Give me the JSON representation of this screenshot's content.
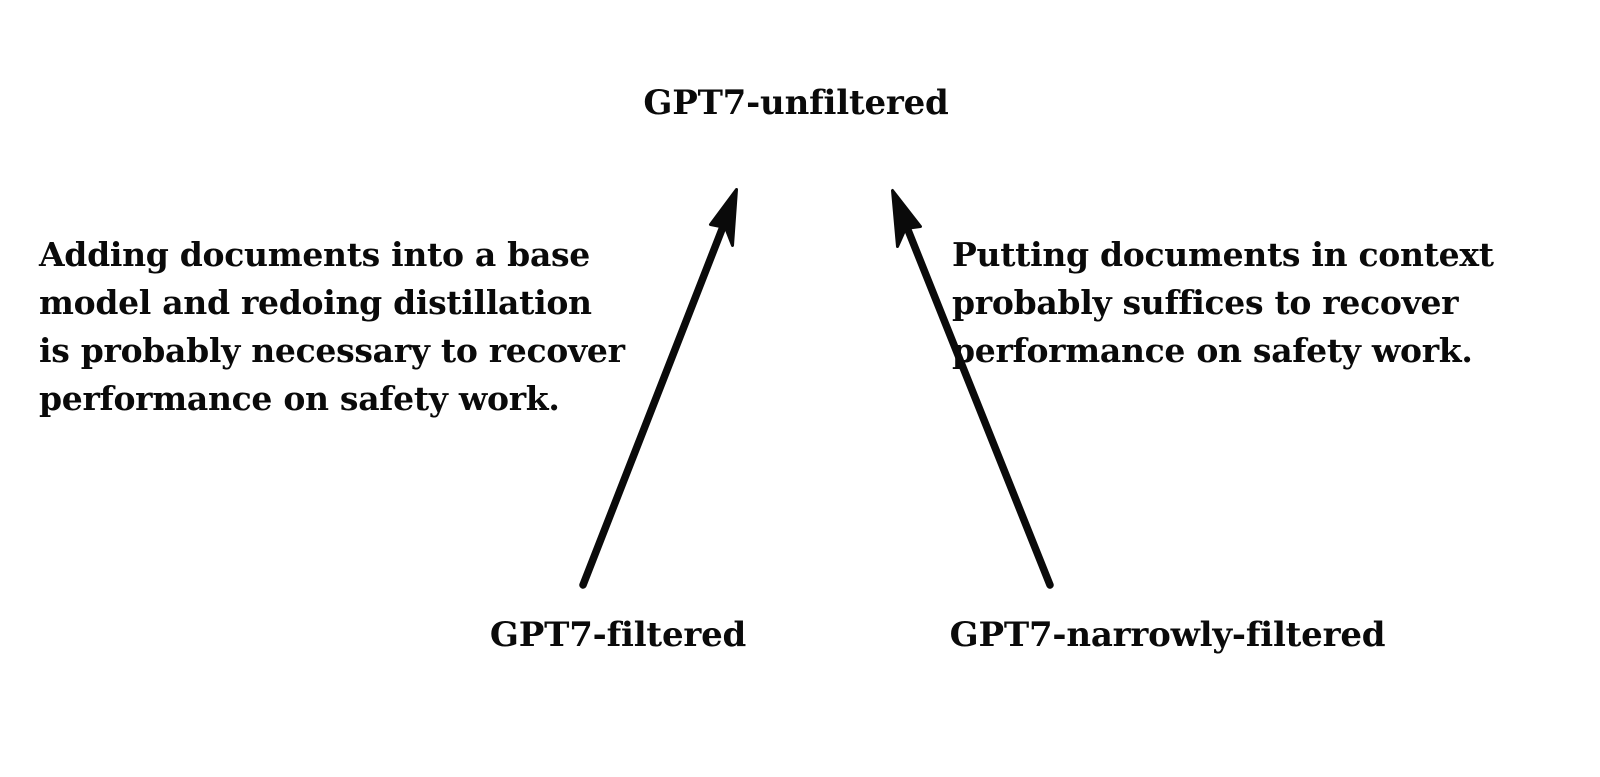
{
  "diagram": {
    "background_color": "#ffffff",
    "ink_color": "#0a0a0a",
    "top_node": {
      "label": "GPT7-unfiltered"
    },
    "bottom_nodes": [
      {
        "id": "filtered",
        "label": "GPT7-filtered"
      },
      {
        "id": "narrowly-filtered",
        "label": "GPT7-narrowly-filtered"
      }
    ],
    "annotations": [
      {
        "id": "left",
        "text": "Adding documents into a base\nmodel and redoing distillation\nis probably necessary to recover\nperformance on safety work."
      },
      {
        "id": "right",
        "text": "Putting documents in context\nprobably suffices to recover\nperformance on safety work."
      }
    ],
    "arrows": [
      {
        "id": "filtered-to-unfiltered",
        "from": "GPT7-filtered",
        "to": "GPT7-unfiltered",
        "direction": "up-right",
        "head": "solid-triangle"
      },
      {
        "id": "narrowly-filtered-to-unfiltered",
        "from": "GPT7-narrowly-filtered",
        "to": "GPT7-unfiltered",
        "direction": "up-left",
        "head": "solid-triangle"
      }
    ]
  }
}
